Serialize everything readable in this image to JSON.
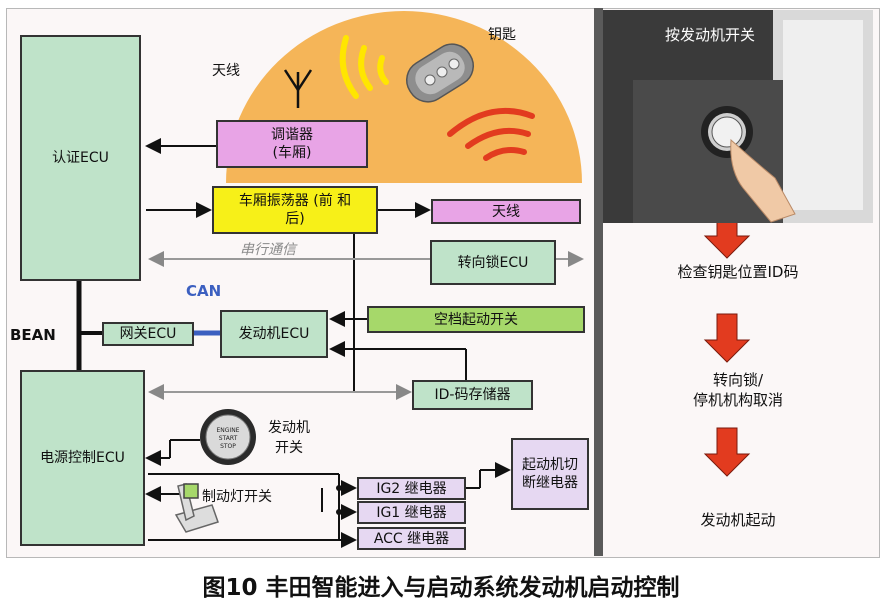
{
  "left": {
    "antenna_label": "天线",
    "key_label": "钥匙",
    "auth_ecu": "认证ECU",
    "tuner": "调谐器\n(车厢)",
    "oscillator": "车厢振荡器 (前 和\n后)",
    "antenna_box": "天线",
    "serial_label": "串行通信",
    "steering_lock_ecu": "转向锁ECU",
    "can_label": "CAN",
    "bean_label": "BEAN",
    "gateway_ecu": "网关ECU",
    "engine_ecu": "发动机ECU",
    "neutral_switch": "空档起动开关",
    "id_memory": "ID-码存储器",
    "power_ecu": "电源控制ECU",
    "engine_switch_label": "发动机\n开关",
    "button_text": "ENGINE\nSTART\nSTOP",
    "starter_cut_relay": "起动机切\n断继电器",
    "brake_switch": "制动灯开关",
    "ig2_relay": "IG2 继电器",
    "ig1_relay": "IG1 继电器",
    "acc_relay": "ACC 继电器"
  },
  "right": {
    "photo_title": "按发动机开关",
    "step1": "检查钥匙位置ID码",
    "step2": "转向锁/\n停机机构取消",
    "step3": "发动机起动"
  },
  "caption": "图10  丰田智能进入与启动系统发动机启动控制",
  "colors": {
    "ecu_green": "#bfe3c9",
    "pink": "#e8a4e6",
    "yellow": "#f7f018",
    "lime": "#a6d86a",
    "lavender": "#e6d8f2",
    "can_blue": "#3b5fc0",
    "arrow_red": "#e23b1f",
    "zone_orange": "#f5b558"
  },
  "icons": [
    "antenna-icon",
    "smart-key-icon",
    "signal-wave-icon",
    "start-stop-button-icon",
    "brake-pedal-icon",
    "down-arrow-icon"
  ]
}
